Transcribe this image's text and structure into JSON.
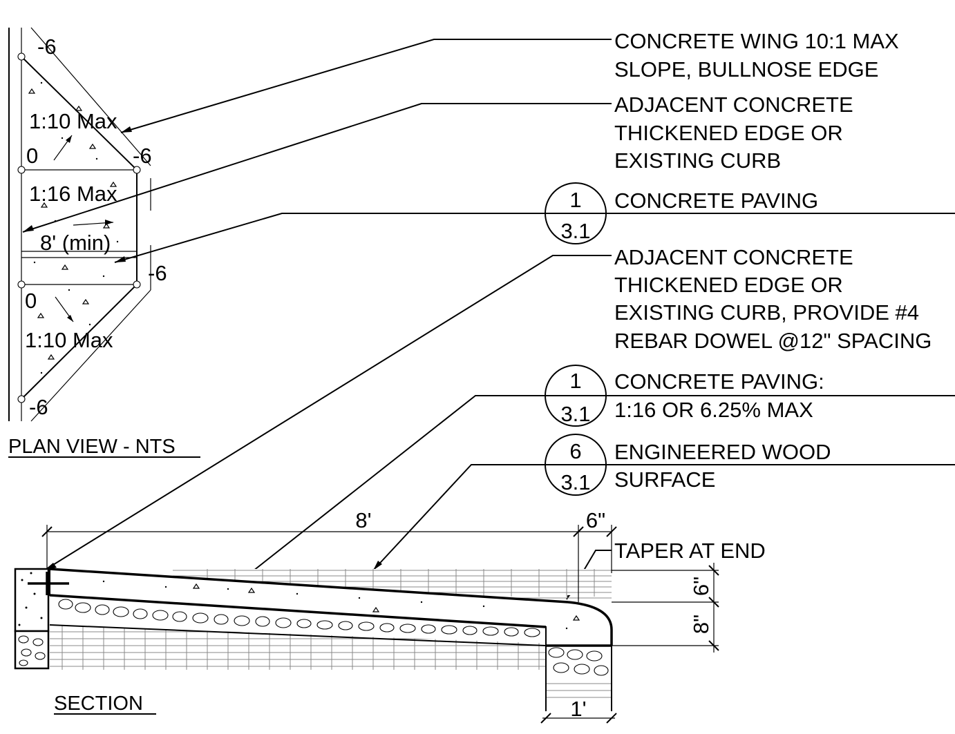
{
  "plan": {
    "spot_top": "-6",
    "slope_upper": "1:10 Max",
    "spot_zero_upper": "0",
    "spot_right_upper": "-6",
    "slope_middle": "1:16 Max",
    "width_label": "8' (min)",
    "spot_right_lower": "-6",
    "spot_zero_lower": "0",
    "slope_lower": "1:10 Max",
    "spot_bottom": "-6",
    "title": "PLAN VIEW - NTS"
  },
  "callouts": {
    "wing": [
      "CONCRETE WING 10:1 MAX",
      "SLOPE, BULLNOSE EDGE"
    ],
    "adjacent_1": [
      "ADJACENT CONCRETE",
      "THICKENED EDGE OR",
      "EXISTING CURB"
    ],
    "paving_1": {
      "ref_top": "1",
      "ref_bottom": "3.1",
      "text": "CONCRETE PAVING"
    },
    "adjacent_2": [
      "ADJACENT CONCRETE",
      "THICKENED EDGE OR",
      "EXISTING CURB, PROVIDE #4",
      "REBAR DOWEL @12\" SPACING"
    ],
    "paving_2": {
      "ref_top": "1",
      "ref_bottom": "3.1",
      "lines": [
        "CONCRETE PAVING:",
        "1:16 OR 6.25% MAX"
      ]
    },
    "wood": {
      "ref_top": "6",
      "ref_bottom": "3.1",
      "lines": [
        "ENGINEERED WOOD",
        "SURFACE"
      ]
    },
    "taper": "TAPER AT END"
  },
  "section": {
    "dim_length": "8'",
    "dim_end": "6\"",
    "dim_thickness": "6\"",
    "dim_depth": "8\"",
    "dim_base": "1'",
    "title": "SECTION"
  }
}
